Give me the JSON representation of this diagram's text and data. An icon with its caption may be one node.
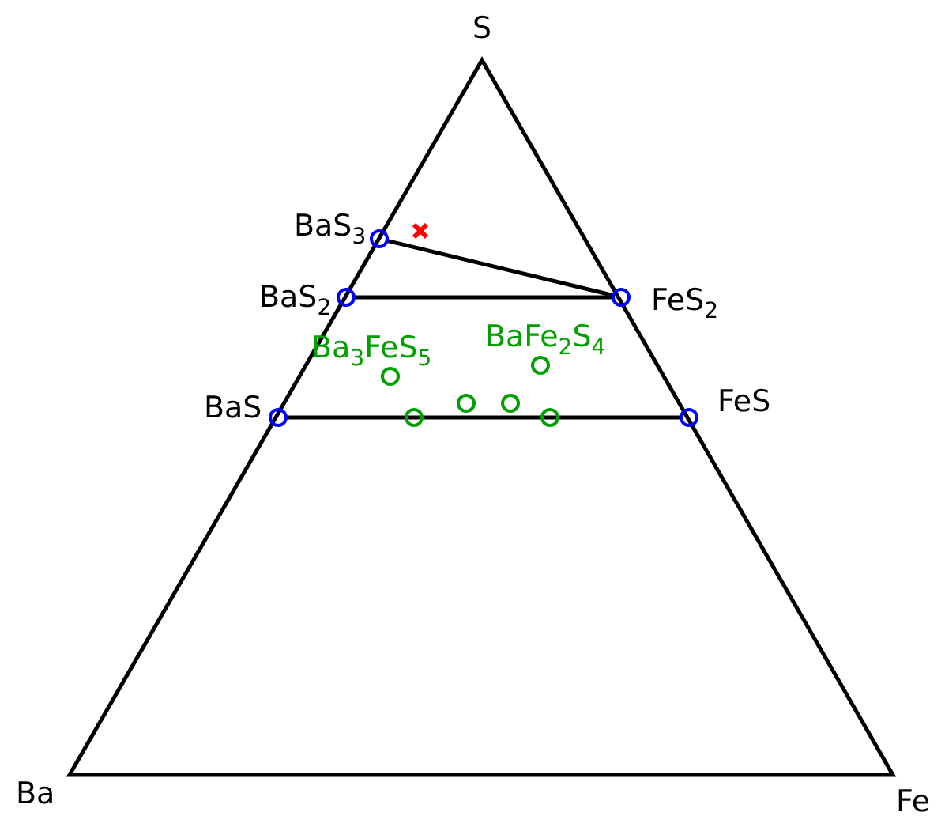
{
  "diagram": {
    "nodes": [
      {
        "text": [
          "BaS$_{3}$"
        ]
      },
      {
        "text": [
          "BaS$_{2}$"
        ]
      },
      {
        "text": [
          "FeS$_{2}$"
        ]
      },
      {
        "text": [
          "BaS"
        ]
      },
      {
        "text": [
          "FeS"
        ]
      },
      {
        "text": [
          "Ba$_{3}$FeS$_{5}$"
        ]
      },
      {
        "text": [
          "BaFe$_{2}$S$_{4}$"
        ]
      },
      {
        "text": [],
        "shape": "circle"
      },
      {
        "text": [],
        "shape": "circle"
      },
      {
        "text": [],
        "shape": "circle"
      },
      {
        "text": [],
        "shape": "circle"
      }
    ],
    "edges": [
      {
        "from": 0,
        "to": 2,
        "arrow": "none"
      },
      {
        "from": 1,
        "to": 2,
        "arrow": "none"
      },
      {
        "from": 3,
        "to": 4,
        "arrow": "none"
      }
    ],
    "labels": [
      "S",
      "Ba",
      "Fe"
    ]
  }
}
